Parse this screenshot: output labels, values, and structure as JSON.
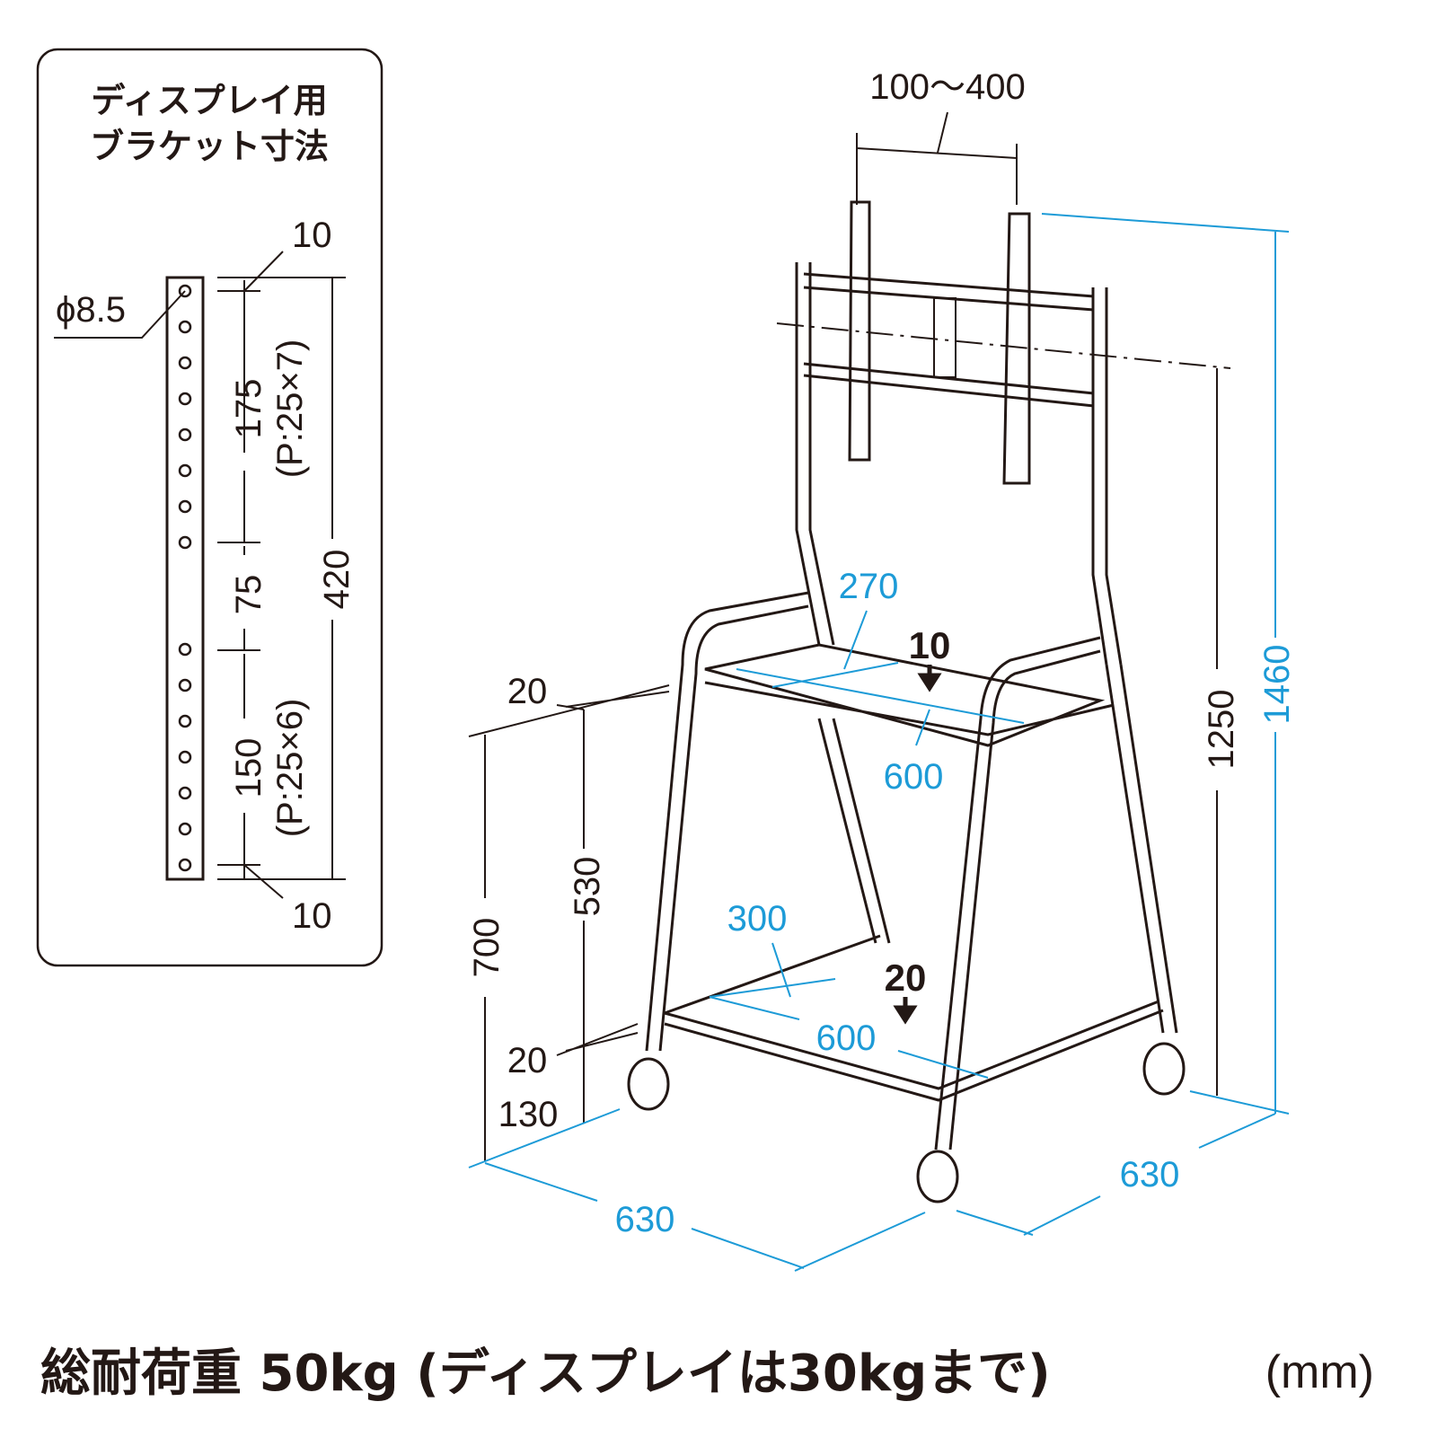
{
  "bracket_panel": {
    "title_line1": "ディスプレイ用",
    "title_line2": "ブラケット寸法",
    "hole_diameter": "ϕ8.5",
    "top_margin": "10",
    "bottom_margin": "10",
    "upper_span": "175",
    "upper_pitch": "(P:25×7)",
    "gap": "75",
    "lower_span": "150",
    "lower_pitch": "(P:25×6)",
    "total_length": "420"
  },
  "stand": {
    "vesa_width": "100〜400",
    "upper_shelf_depth": "270",
    "upper_shelf_load": "10",
    "upper_shelf_width": "600",
    "upper_shelf_thickness": "20",
    "lower_shelf_depth": "300",
    "lower_shelf_load": "20",
    "lower_shelf_width": "600",
    "lower_shelf_thickness": "20",
    "lower_shelf_height": "130",
    "upper_shelf_height": "530",
    "upper_shelf_top_height": "700",
    "base_width_left": "630",
    "base_depth_right": "630",
    "mount_center_height": "1250",
    "total_height": "1460"
  },
  "footer": {
    "load_text": "総耐荷重 50kg (ディスプレイは30kgまで)",
    "unit": "(mm)"
  },
  "colors": {
    "dimension_blue": "#1d9bd7",
    "line_black": "#231815"
  }
}
